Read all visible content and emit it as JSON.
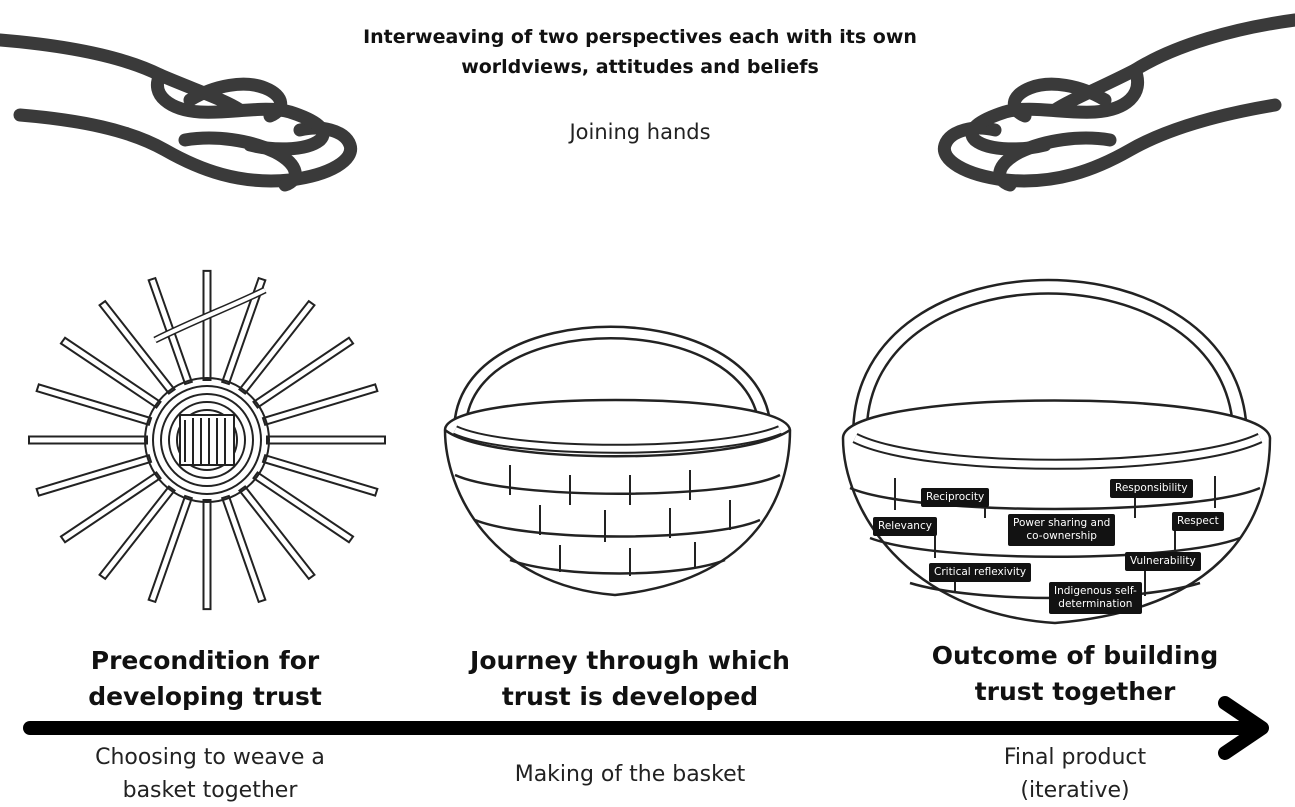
{
  "header": {
    "title_line1": "Interweaving of two perspectives  each with its own",
    "title_line2": "worldviews, attitudes and beliefs",
    "subtitle": "Joining hands"
  },
  "stages": [
    {
      "title_line1": "Precondition for",
      "title_line2": "developing trust",
      "desc_line1": "Choosing to weave a",
      "desc_line2": "basket together"
    },
    {
      "title_line1": "Journey through which",
      "title_line2": "trust is developed",
      "desc_line1": "Making of the basket",
      "desc_line2": ""
    },
    {
      "title_line1": "Outcome of building",
      "title_line2": "trust together",
      "desc_line1": "Final product",
      "desc_line2": "(iterative)"
    }
  ],
  "basket_labels": {
    "reciprocity": "Reciprocity",
    "responsibility": "Responsibility",
    "relevancy": "Relevancy",
    "power_sharing_1": "Power sharing and",
    "power_sharing_2": "co-ownership",
    "respect": "Respect",
    "critical_reflexivity": "Critical reflexivity",
    "vulnerability": "Vulnerability",
    "indigenous_1": "Indigenous self-",
    "indigenous_2": "determination"
  },
  "colors": {
    "hand": "#3a3a3a",
    "arrow": "#000000",
    "tag_bg": "#121212"
  },
  "icons": {
    "left_hand": "open-hand-icon",
    "right_hand": "open-hand-icon",
    "weave_start": "basket-base-icon",
    "basket_in_progress": "basket-icon",
    "basket_final": "basket-icon",
    "timeline": "arrow-right-icon"
  }
}
